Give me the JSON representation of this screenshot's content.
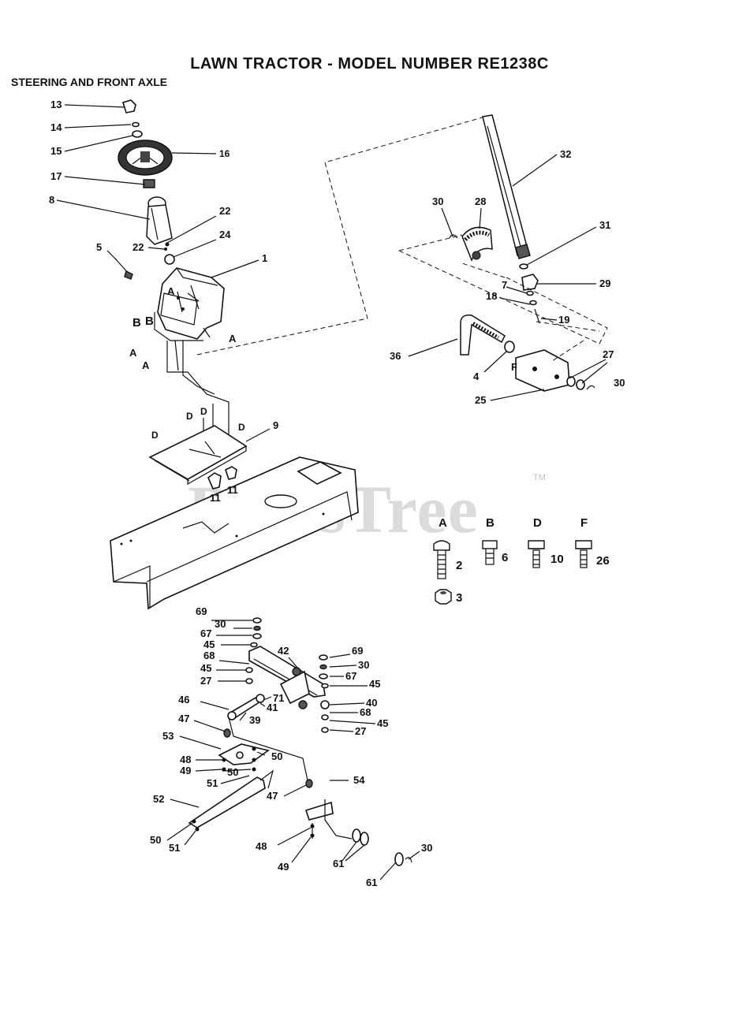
{
  "header": {
    "title": "LAWN TRACTOR - MODEL NUMBER RE1238C",
    "subtitle": "STEERING AND FRONT AXLE"
  },
  "watermark": {
    "text": "PartsTree",
    "tm": "TM"
  },
  "callouts": {
    "c13": "13",
    "c14": "14",
    "c15": "15",
    "c16": "16",
    "c17": "17",
    "c8": "8",
    "c22a": "22",
    "c22b": "22",
    "c24": "24",
    "c5": "5",
    "c1": "1",
    "cAa": "A",
    "cBa": "B",
    "cBb": "B",
    "cAb": "A",
    "cAc": "A",
    "cAd": "A",
    "c32": "32",
    "c30a": "30",
    "c28": "28",
    "c31": "31",
    "c29": "29",
    "c7": "7",
    "c18": "18",
    "c19": "19",
    "c36": "36",
    "c4": "4",
    "cF": "F",
    "c27a": "27",
    "c30b": "30",
    "c25": "25",
    "cDa": "D",
    "cDb": "D",
    "cDc": "D",
    "cDd": "D",
    "c9": "9",
    "c11a": "11",
    "c11b": "11",
    "c69a": "69",
    "c30c": "30",
    "c67a": "67",
    "c45a": "45",
    "c68a": "68",
    "c42": "42",
    "c45b": "45",
    "c27b": "27",
    "c69b": "69",
    "c30d": "30",
    "c67b": "67",
    "c45c": "45",
    "c46": "46",
    "c71": "71",
    "c41": "41",
    "c40": "40",
    "c68b": "68",
    "c45d": "45",
    "c47a": "47",
    "c39": "39",
    "c27c": "27",
    "c53": "53",
    "c50a": "50",
    "c48a": "48",
    "c50b": "50",
    "c49a": "49",
    "c51a": "51",
    "c54": "54",
    "c52": "52",
    "c47b": "47",
    "c50c": "50",
    "c51b": "51",
    "c48b": "48",
    "c49b": "49",
    "c61a": "61",
    "c30e": "30",
    "c61b": "61"
  },
  "hardware_legend": [
    {
      "key": "A",
      "part": "2"
    },
    {
      "key": "B",
      "part": "6"
    },
    {
      "key": "D",
      "part": "10"
    },
    {
      "key": "F",
      "part": "26"
    },
    {
      "key": "",
      "part": "3"
    }
  ]
}
